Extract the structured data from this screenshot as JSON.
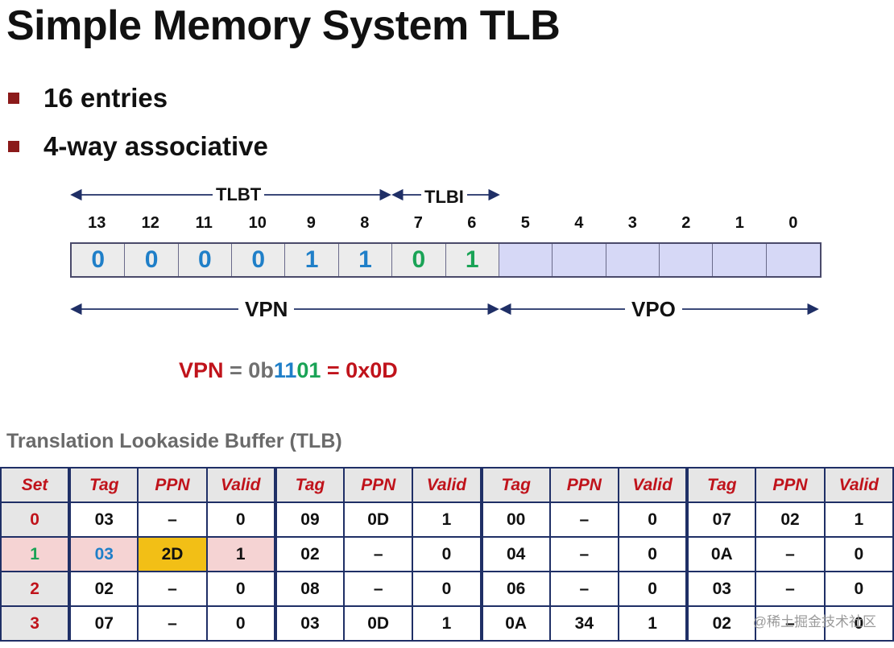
{
  "title": "Simple Memory System TLB",
  "bullets": [
    "16 entries",
    "4-way associative"
  ],
  "address": {
    "tlbt_label": "TLBT",
    "tlbi_label": "TLBI",
    "bit_numbers": [
      "13",
      "12",
      "11",
      "10",
      "9",
      "8",
      "7",
      "6",
      "5",
      "4",
      "3",
      "2",
      "1",
      "0"
    ],
    "bit_values": [
      "0",
      "0",
      "0",
      "0",
      "1",
      "1",
      "0",
      "1",
      "",
      "",
      "",
      "",
      "",
      ""
    ],
    "vpn_label": "VPN",
    "vpo_label": "VPO"
  },
  "formula": {
    "vpn": "VPN",
    "eq1": " = 0b",
    "tag_bits": "11",
    "index_bits": "01",
    "eq2": " = 0x0D"
  },
  "tlb": {
    "caption": "Translation Lookaside Buffer (TLB)",
    "headers": [
      "Set",
      "Tag",
      "PPN",
      "Valid",
      "Tag",
      "PPN",
      "Valid",
      "Tag",
      "PPN",
      "Valid",
      "Tag",
      "PPN",
      "Valid"
    ],
    "rows": [
      [
        "0",
        "03",
        "–",
        "0",
        "09",
        "0D",
        "1",
        "00",
        "–",
        "0",
        "07",
        "02",
        "1"
      ],
      [
        "1",
        "03",
        "2D",
        "1",
        "02",
        "–",
        "0",
        "04",
        "–",
        "0",
        "0A",
        "–",
        "0"
      ],
      [
        "2",
        "02",
        "–",
        "0",
        "08",
        "–",
        "0",
        "06",
        "–",
        "0",
        "03",
        "–",
        "0"
      ],
      [
        "3",
        "07",
        "–",
        "0",
        "03",
        "0D",
        "1",
        "0A",
        "34",
        "1",
        "02",
        "–",
        "0"
      ]
    ]
  },
  "colors": {
    "red": "#c0131b",
    "blue": "#1f7fc8",
    "green": "#1aa356",
    "highlight_row": "#f5d3d3",
    "highlight_ppn": "#f2bf16",
    "vpo_cells": "#d6d8f6"
  },
  "watermark": "@稀土掘金技术社区"
}
